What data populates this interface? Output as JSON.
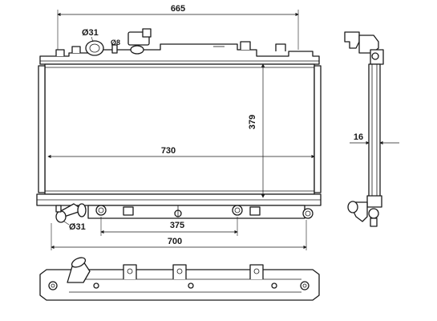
{
  "dimensions": {
    "top_width": "665",
    "core_width": "730",
    "core_height": "379",
    "bottom_width": "700",
    "outlet_spacing": "375",
    "side_thickness": "16"
  },
  "ports": {
    "inlet_diameter": "Ø31",
    "outlet_diameter": "Ø31",
    "small_port_diameter": "Ø8"
  },
  "views": [
    "front-view",
    "side-view",
    "bottom-view"
  ]
}
